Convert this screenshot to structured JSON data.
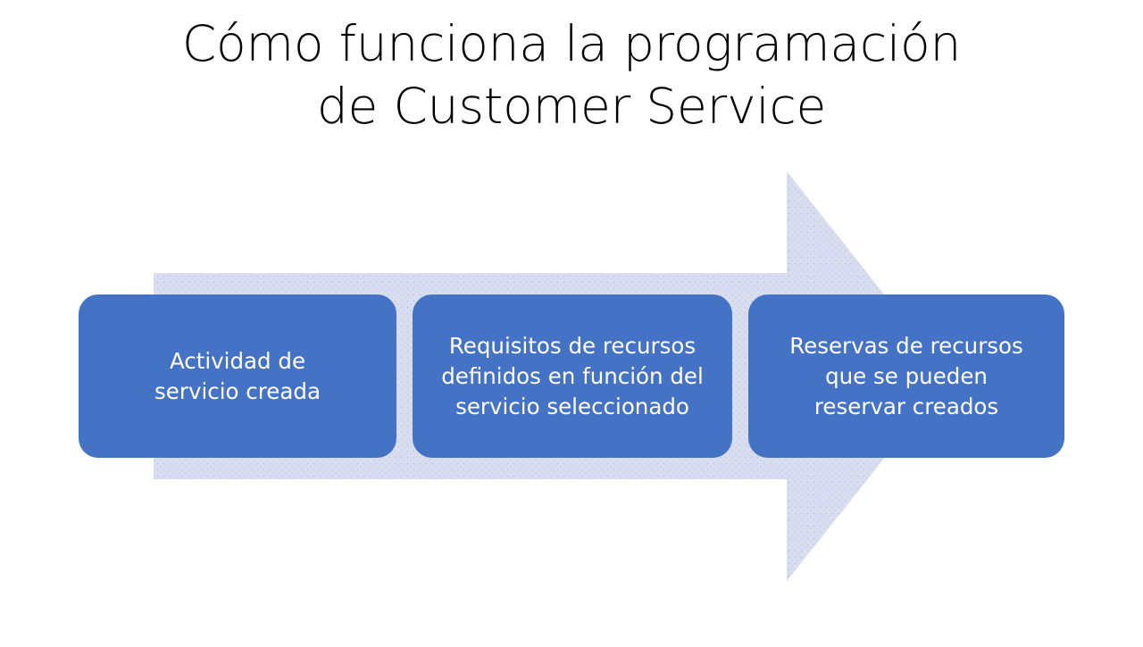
{
  "slide": {
    "background_color": "#FFFFFF",
    "title": "Cómo funciona la programación\nde Customer Service"
  },
  "diagram": {
    "type": "process-arrow",
    "arrow": {
      "name": "right-block-arrow",
      "fill_color": "#D6DCEF",
      "texture": "fine-dotted"
    },
    "box_fill_color": "#4472C4",
    "box_text_color": "#FFFFFF",
    "steps": [
      {
        "index": 1,
        "label": "Actividad de\nservicio creada"
      },
      {
        "index": 2,
        "label": "Requisitos de recursos\ndefinidos en función del\nservicio seleccionado"
      },
      {
        "index": 3,
        "label": "Reservas de recursos\nque se pueden\nreservar creados"
      }
    ]
  }
}
